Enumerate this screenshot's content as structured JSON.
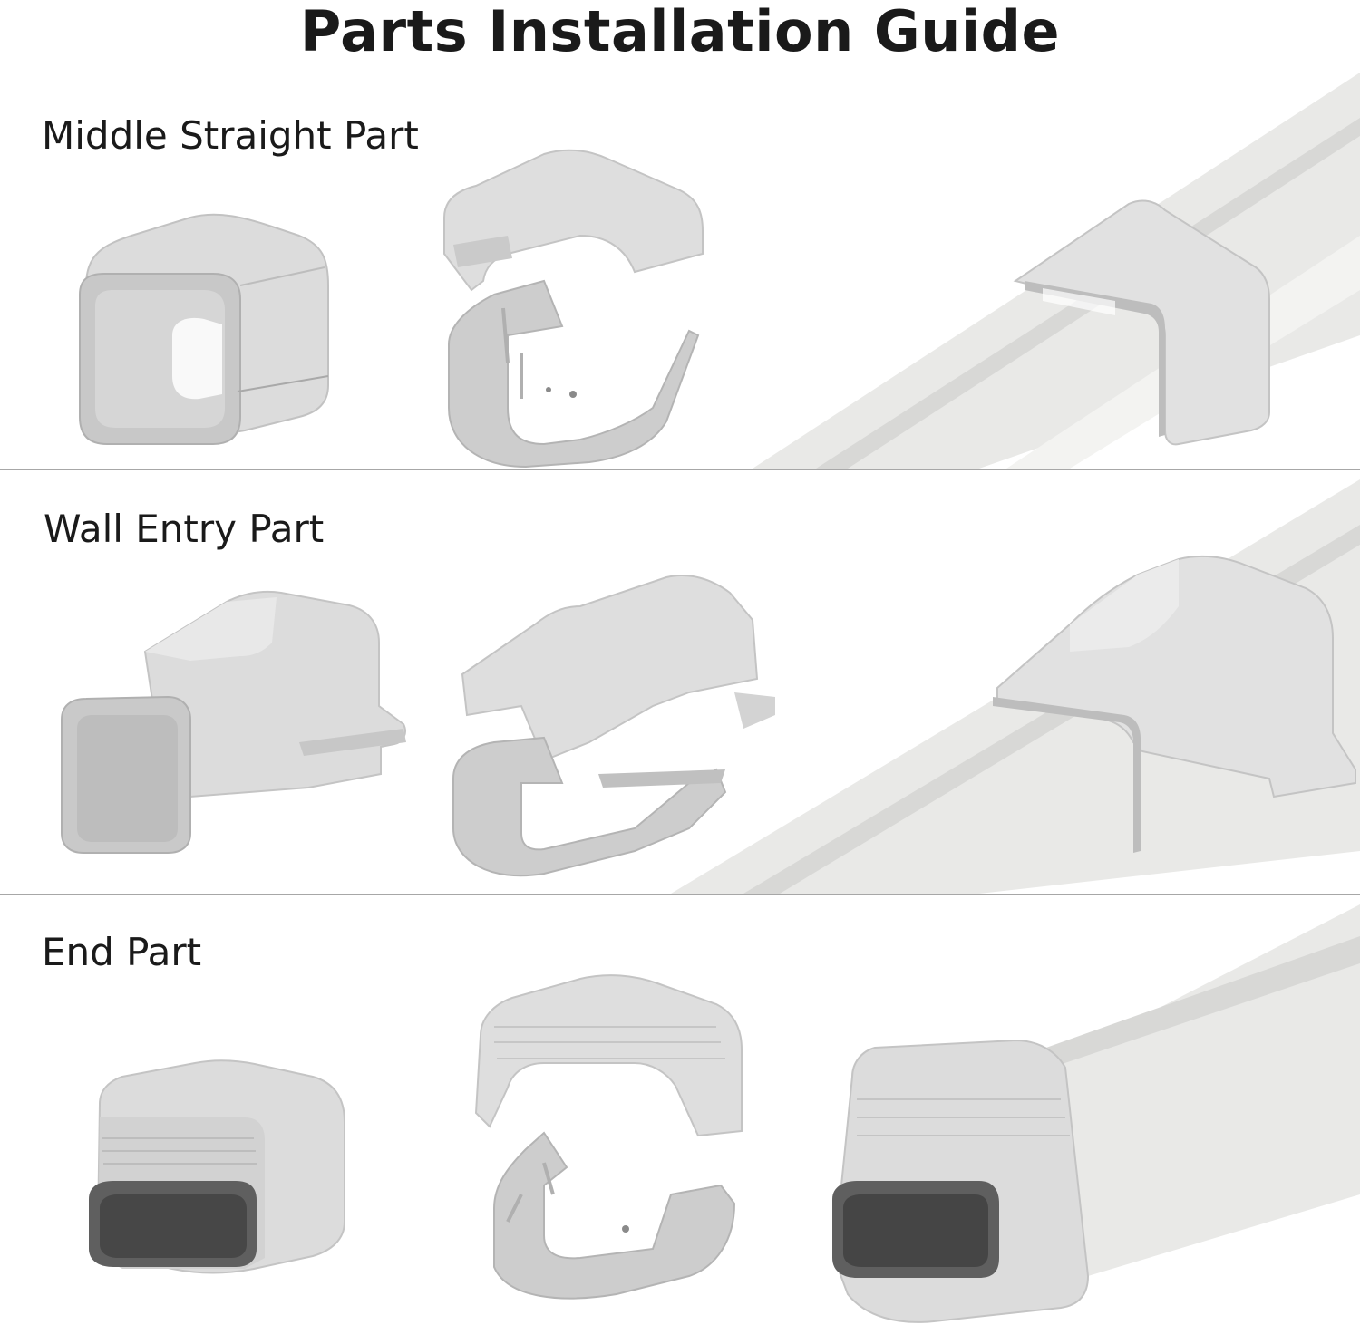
{
  "page": {
    "title": "Parts Installation Guide"
  },
  "sections": [
    {
      "label": "Middle Straight Part",
      "items": [
        "connector-assembled",
        "connector-open",
        "connector-installed-on-duct"
      ]
    },
    {
      "label": "Wall Entry Part",
      "items": [
        "wall-inlet-assembled",
        "wall-inlet-open",
        "wall-inlet-installed-on-duct"
      ]
    },
    {
      "label": "End Part",
      "items": [
        "end-cap-assembled",
        "end-cap-open",
        "end-cap-installed-on-duct"
      ]
    }
  ],
  "colors": {
    "part_light": "#e3e3e3",
    "part_mid": "#cfcfcf",
    "part_dark": "#b4b4b4",
    "duct": "#e8e8e6",
    "duct_shadow": "#c9c9c7",
    "hole": "#5a5a5a",
    "divider": "#a7a7a7"
  }
}
